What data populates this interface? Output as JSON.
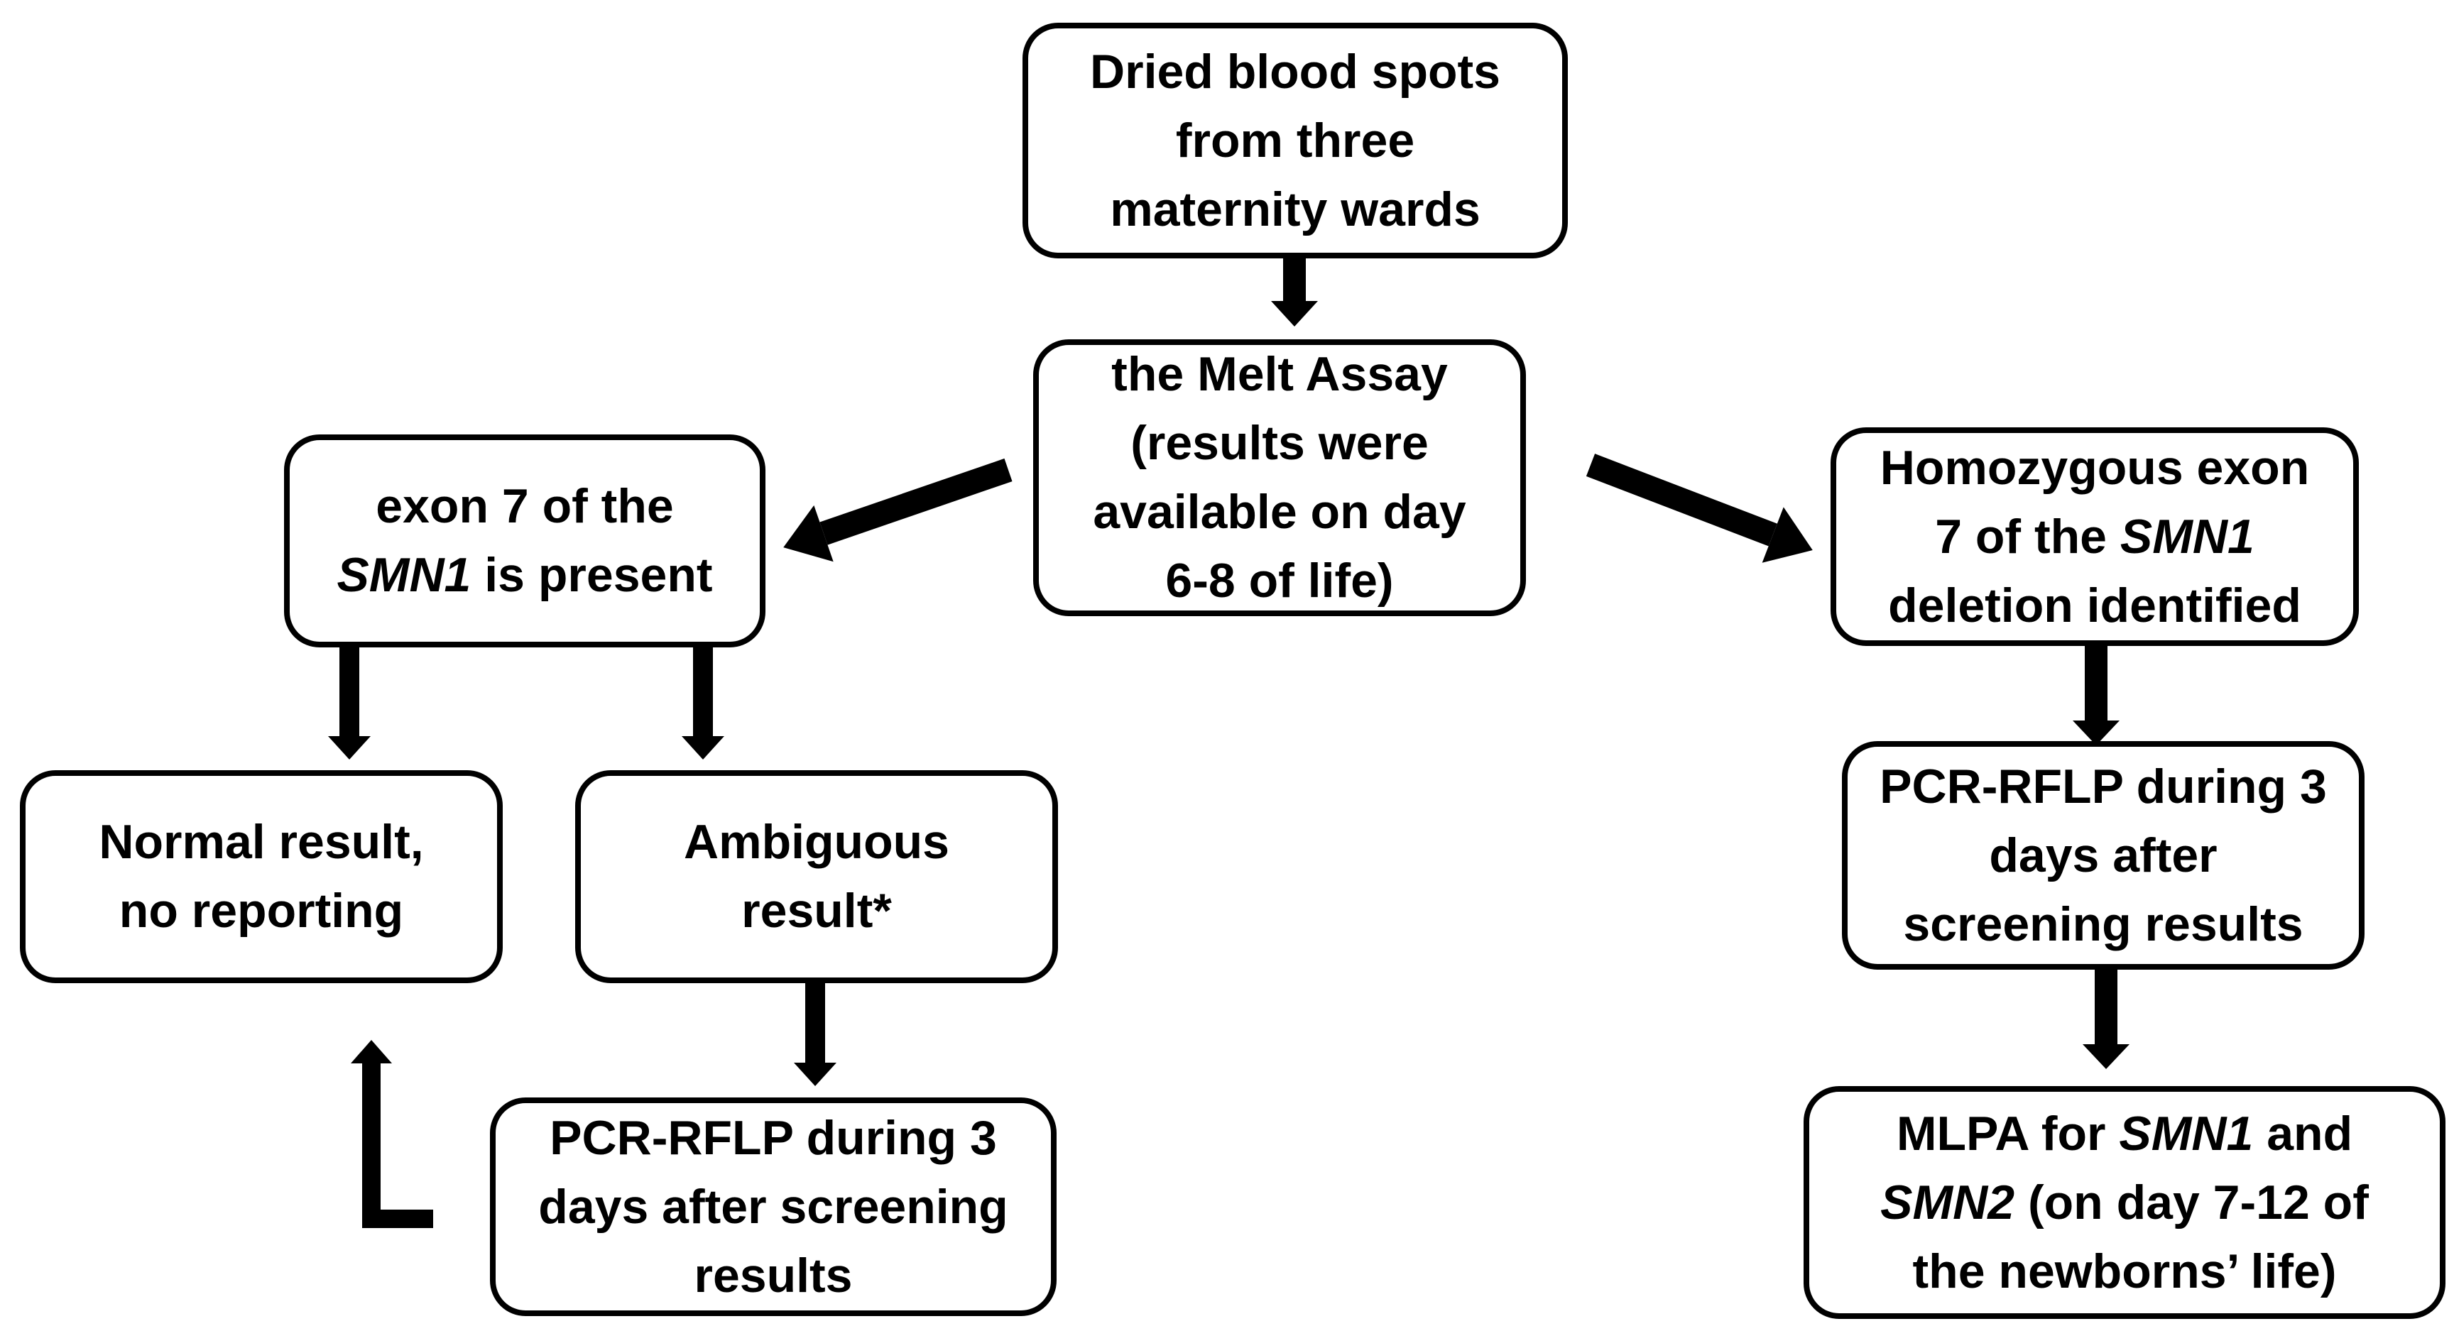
{
  "diagram": {
    "nodes": {
      "dried_blood_spots": {
        "text": "Dried blood spots\nfrom three\nmaternity wards"
      },
      "melt_assay": {
        "text": "the Melt Assay\n(results were\navailable on day\n6-8 of life)"
      },
      "exon_present": {
        "text_before": "exon 7 of the\n",
        "gene": "SMN1",
        "text_after": " is present"
      },
      "deletion_identified": {
        "text_before": "Homozygous exon\n7 of the ",
        "gene": "SMN1",
        "text_after": "\ndeletion identified"
      },
      "normal_result": {
        "text": "Normal result,\nno reporting"
      },
      "ambiguous_result": {
        "text": "Ambiguous\nresult*"
      },
      "pcr_rflp_left": {
        "text": "PCR-RFLP during 3\ndays after screening\nresults"
      },
      "pcr_rflp_right": {
        "text": "PCR-RFLP during 3\ndays after\nscreening results"
      },
      "mlpa": {
        "text_before": "MLPA for ",
        "gene1": "SMN1",
        "text_mid": " and\n",
        "gene2": "SMN2",
        "text_after": " (on day 7-12 of\nthe newborns’ life)"
      }
    },
    "edges": [
      {
        "from": "dried_blood_spots",
        "to": "melt_assay"
      },
      {
        "from": "melt_assay",
        "to": "exon_present"
      },
      {
        "from": "melt_assay",
        "to": "deletion_identified"
      },
      {
        "from": "exon_present",
        "to": "normal_result"
      },
      {
        "from": "exon_present",
        "to": "ambiguous_result"
      },
      {
        "from": "ambiguous_result",
        "to": "pcr_rflp_left"
      },
      {
        "from": "pcr_rflp_left",
        "to": "normal_result"
      },
      {
        "from": "deletion_identified",
        "to": "pcr_rflp_right"
      },
      {
        "from": "pcr_rflp_right",
        "to": "mlpa"
      }
    ],
    "colors": {
      "stroke": "#000000",
      "background": "#ffffff"
    }
  }
}
